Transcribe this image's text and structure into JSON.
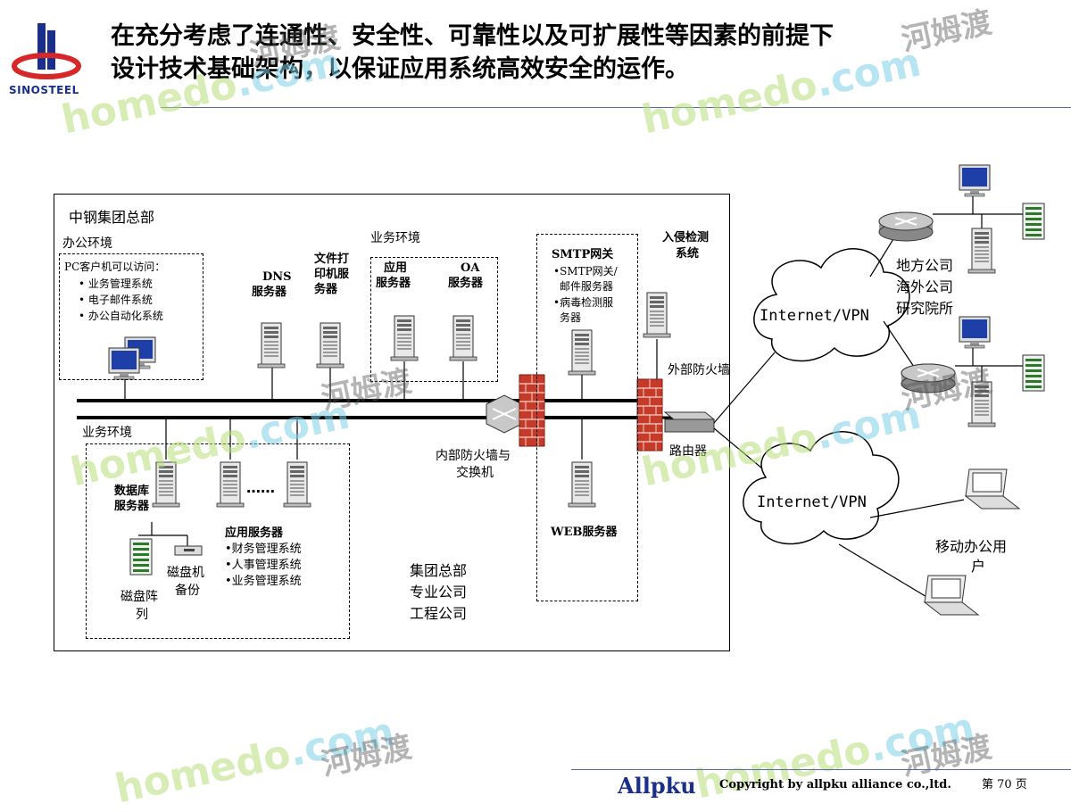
{
  "header": {
    "title_line1": "在充分考虑了连通性、安全性、可靠性以及可扩展性等因素的前提下",
    "title_line2": "设计技术基础架构，以保证应用系统高效安全的运作。",
    "logo_text": "SINOSTEEL"
  },
  "diagram": {
    "hq_title": "中钢集团总部",
    "office_env": {
      "label": "办公环境",
      "intro": "PC客户机可以访问：",
      "items": [
        "•  业务管理系统",
        "•  电子邮件系统",
        "•  办公自动化系统"
      ]
    },
    "dns_line1": "DNS",
    "dns_line2": "服务器",
    "fileprint_line1": "文件打",
    "fileprint_line2": "印机服",
    "fileprint_line3": "务器",
    "biz_env_top": "业务环境",
    "app_server_line1": "应用",
    "app_server_line2": "服务器",
    "oa_line1": "OA",
    "oa_line2": "服务器",
    "smtp": {
      "title": "SMTP网关",
      "line1": "•SMTP网关/",
      "line2": "邮件服务器",
      "line3": "•病毒检测服",
      "line4": "务器"
    },
    "ids_line1": "入侵检测",
    "ids_line2": "系统",
    "ext_firewall": "外部防火墙",
    "router": "路由器",
    "int_firewall_line1": "内部防火墙与",
    "int_firewall_line2": "交换机",
    "web_server": "WEB服务器",
    "biz_env_bottom": "业务环境",
    "db_line1": "数据库",
    "db_line2": "服务器",
    "ellipsis": "……",
    "app_servers": {
      "title": "应用服务器",
      "items": [
        "•财务管理系统",
        "•人事管理系统",
        "•业务管理系统"
      ]
    },
    "disk_array_line1": "磁盘阵",
    "disk_array_line2": "列",
    "tape_line1": "磁盘机",
    "tape_line2": "备份",
    "group_line1": "集团总部",
    "group_line2": "专业公司",
    "group_line3": "工程公司",
    "cloud1": "Internet/VPN",
    "cloud2": "Internet/VPN",
    "remote_line1": "地方公司",
    "remote_line2": "海外公司",
    "remote_line3": "研究院所",
    "mobile_line1": "移动办公用",
    "mobile_line2": "户"
  },
  "watermark": {
    "latin1": "homedo",
    "latin2": ".com",
    "cn": "河姆渡"
  },
  "footer": {
    "brand": "Allpku",
    "copyright": "Copyright by  allpku alliance co.,ltd.",
    "page": "第 70 页"
  },
  "colors": {
    "logo_blue": "#1a2f8c",
    "logo_red": "#d62828",
    "firewall_brick": "#b22222",
    "rule_line": "#5a6aa8"
  }
}
